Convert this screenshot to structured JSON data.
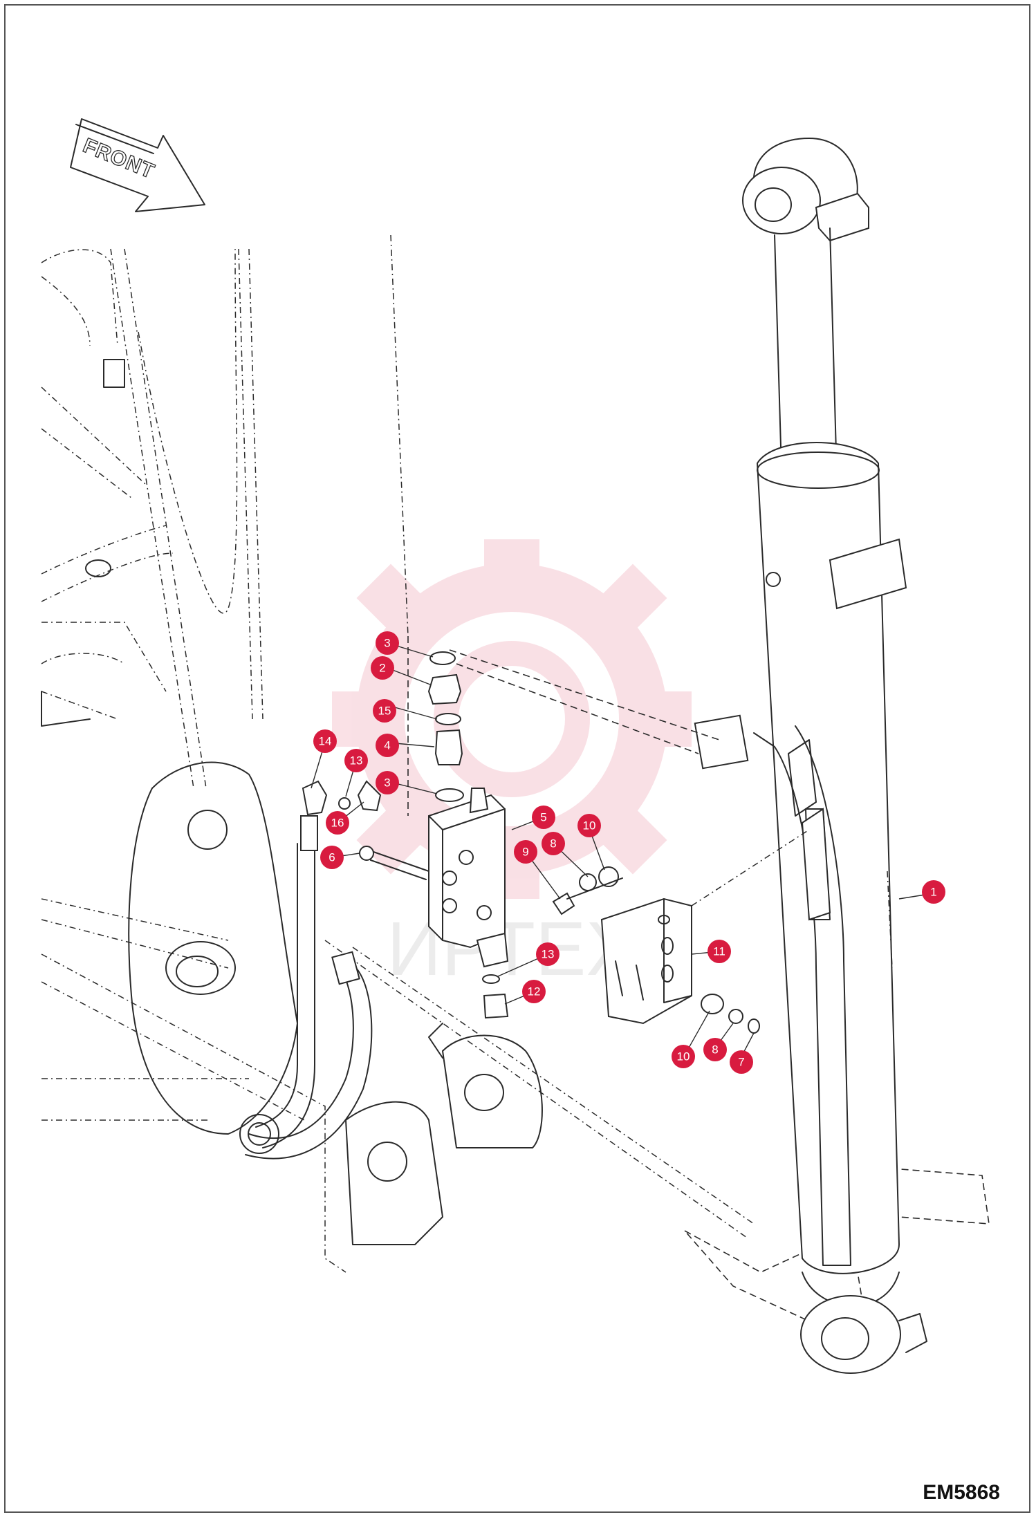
{
  "diagram": {
    "direction_label": "FRONT",
    "drawing_code": "EM5868",
    "watermark_text": "ИРТЕХ",
    "accent_color": "#d81b3f",
    "callouts": [
      {
        "id": "c3a",
        "label": "3"
      },
      {
        "id": "c2",
        "label": "2"
      },
      {
        "id": "c15",
        "label": "15"
      },
      {
        "id": "c4",
        "label": "4"
      },
      {
        "id": "c3b",
        "label": "3"
      },
      {
        "id": "c14",
        "label": "14"
      },
      {
        "id": "c13a",
        "label": "13"
      },
      {
        "id": "c16",
        "label": "16"
      },
      {
        "id": "c6",
        "label": "6"
      },
      {
        "id": "c5",
        "label": "5"
      },
      {
        "id": "c8a",
        "label": "8"
      },
      {
        "id": "c9",
        "label": "9"
      },
      {
        "id": "c10a",
        "label": "10"
      },
      {
        "id": "c1",
        "label": "1"
      },
      {
        "id": "c11",
        "label": "11"
      },
      {
        "id": "c13b",
        "label": "13"
      },
      {
        "id": "c12",
        "label": "12"
      },
      {
        "id": "c10b",
        "label": "10"
      },
      {
        "id": "c8b",
        "label": "8"
      },
      {
        "id": "c7",
        "label": "7"
      }
    ]
  }
}
